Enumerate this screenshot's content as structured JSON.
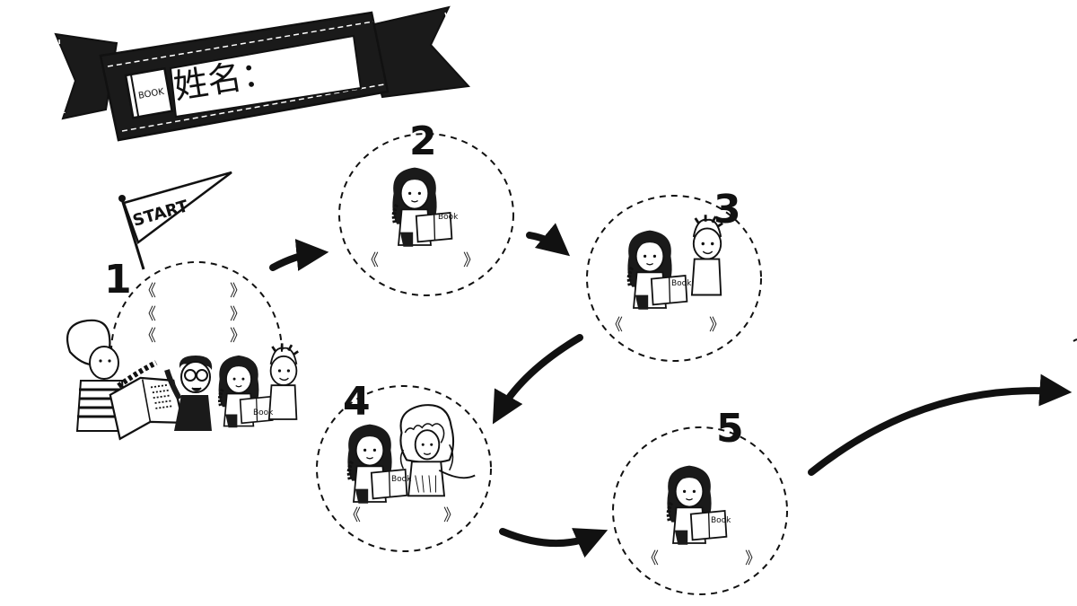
{
  "banner": {
    "book_icon_text": "BOOK",
    "name_label": "姓名："
  },
  "start_flag": {
    "text": "START"
  },
  "steps": [
    {
      "number": "1",
      "open_brackets": [
        "《",
        "《",
        "《"
      ],
      "close_brackets": [
        "》",
        "》",
        "》"
      ]
    },
    {
      "number": "2",
      "open_brackets": [
        "《"
      ],
      "close_brackets": [
        "》"
      ]
    },
    {
      "number": "3",
      "open_brackets": [
        "《"
      ],
      "close_brackets": [
        "》"
      ]
    },
    {
      "number": "4",
      "open_brackets": [
        "《"
      ],
      "close_brackets": [
        "》"
      ]
    },
    {
      "number": "5",
      "open_brackets": [
        "《"
      ],
      "close_brackets": [
        "》"
      ]
    }
  ],
  "book_label": "Book"
}
